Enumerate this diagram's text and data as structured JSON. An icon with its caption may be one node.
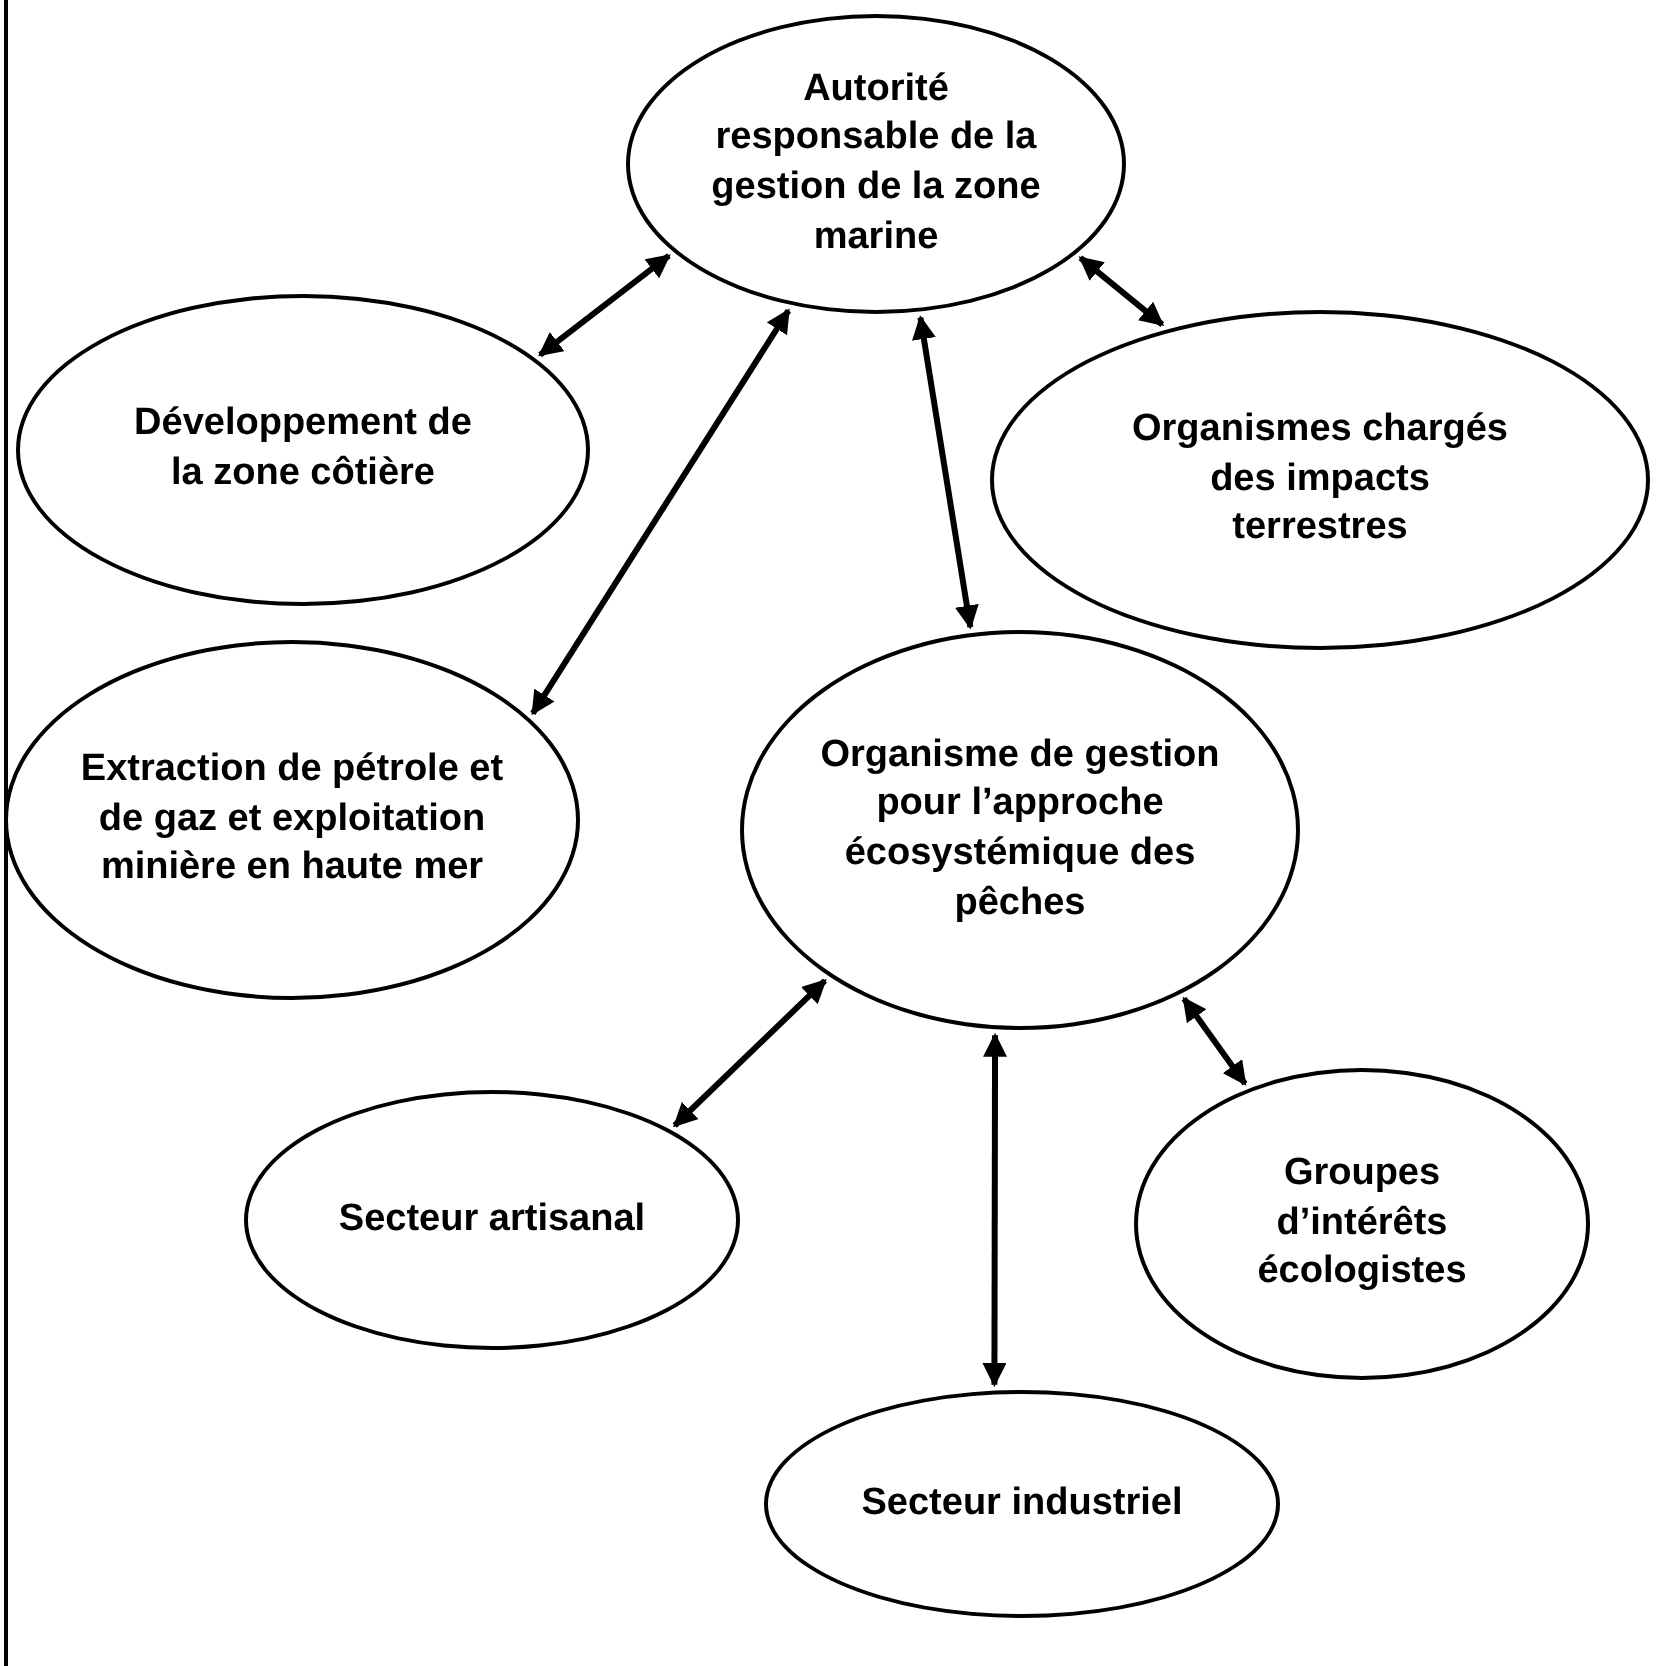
{
  "diagram": {
    "nodes": [
      {
        "text": [
          "Autorité responsable de la gestion de la zone marine"
        ]
      },
      {
        "text": [
          "Développement de la zone côtière"
        ]
      },
      {
        "text": [
          "Organismes chargés des impacts terrestres"
        ]
      },
      {
        "text": [
          "Extraction de pétrole et de gaz et exploitation minière en haute mer"
        ]
      },
      {
        "text": [
          "Organisme de gestion pour l’approche écosystémique des pêches"
        ]
      },
      {
        "text": [
          "Secteur artisanal"
        ]
      },
      {
        "text": [
          "Groupes d’intérêts écologistes"
        ]
      },
      {
        "text": [
          "Secteur industriel"
        ]
      }
    ],
    "edges": [
      {
        "from": 0,
        "to": 1,
        "arrow": "both"
      },
      {
        "from": 0,
        "to": 3,
        "arrow": "both"
      },
      {
        "from": 0,
        "to": 4,
        "arrow": "both"
      },
      {
        "from": 0,
        "to": 2,
        "arrow": "both"
      },
      {
        "from": 4,
        "to": 5,
        "arrow": "both"
      },
      {
        "from": 4,
        "to": 7,
        "arrow": "both"
      },
      {
        "from": 4,
        "to": 6,
        "arrow": "both"
      }
    ]
  }
}
